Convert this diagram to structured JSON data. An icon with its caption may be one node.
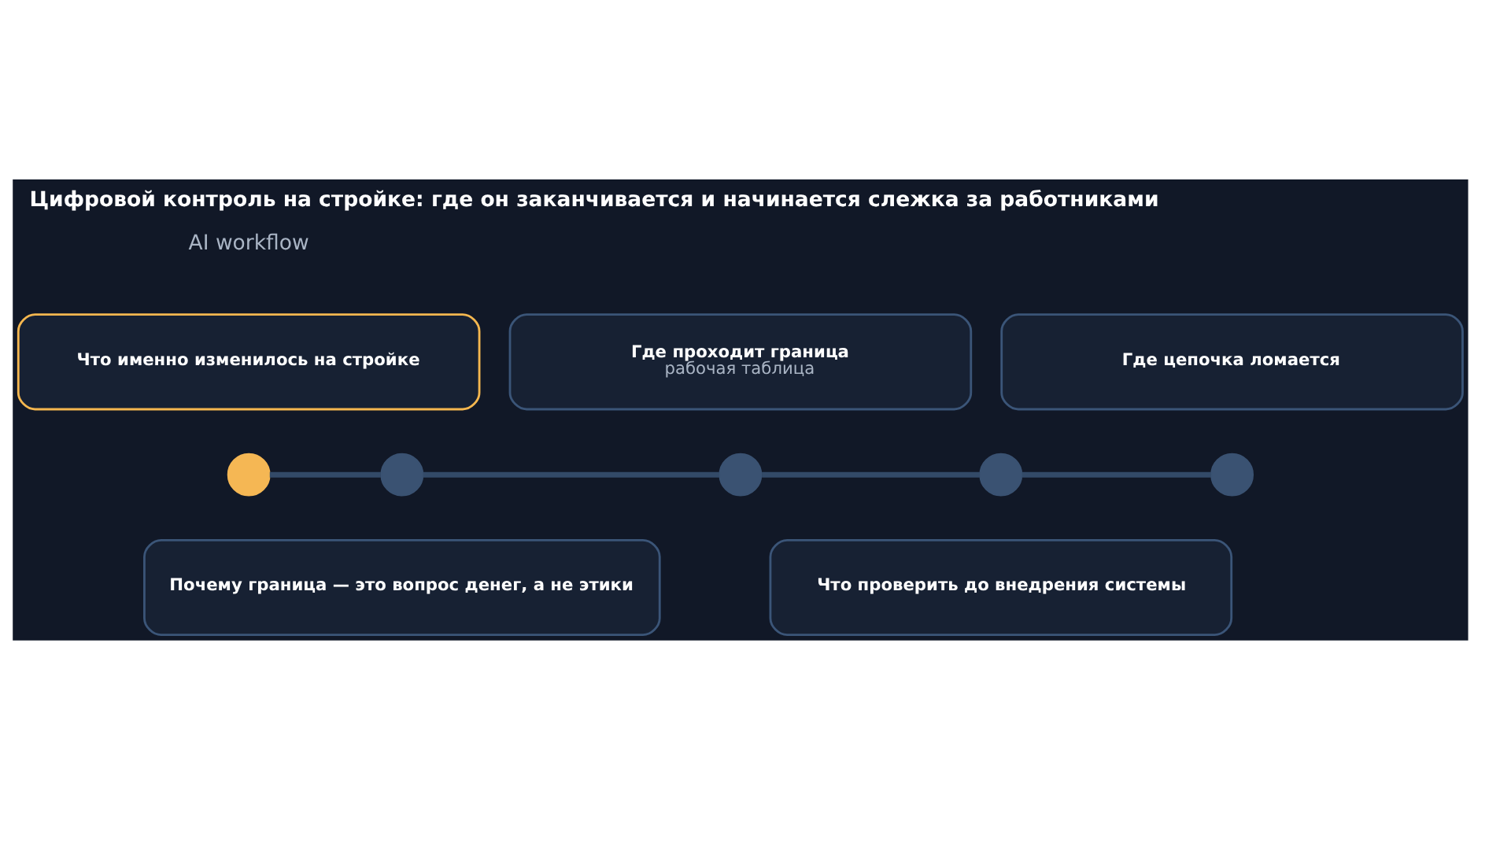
{
  "diagram": {
    "title": "Цифровой контроль на стройке: где он заканчивается и начинается слежка за работниками",
    "nodes": [
      {
        "text": [
          "Что именно изменилось на стройке"
        ]
      },
      {
        "text": [
          "Где проходит граница",
          "рабочая таблица"
        ]
      },
      {
        "text": [
          "Где цепочка ломается"
        ]
      },
      {
        "text": [],
        "shape": "circle"
      },
      {
        "text": [],
        "shape": "circle"
      },
      {
        "text": [],
        "shape": "circle"
      },
      {
        "text": [],
        "shape": "circle"
      },
      {
        "text": [],
        "shape": "circle"
      },
      {
        "text": [
          "Почему граница — это вопрос денег, а не этики"
        ]
      },
      {
        "text": [
          "Что проверить до внедрения системы"
        ]
      }
    ],
    "edges": [
      {
        "from": 3,
        "to": 4,
        "arrow": "none"
      },
      {
        "from": 4,
        "to": 5,
        "arrow": "none"
      },
      {
        "from": 5,
        "to": 6,
        "arrow": "none"
      },
      {
        "from": 6,
        "to": 7,
        "arrow": "none"
      }
    ],
    "labels": [
      "AI workflow"
    ]
  }
}
